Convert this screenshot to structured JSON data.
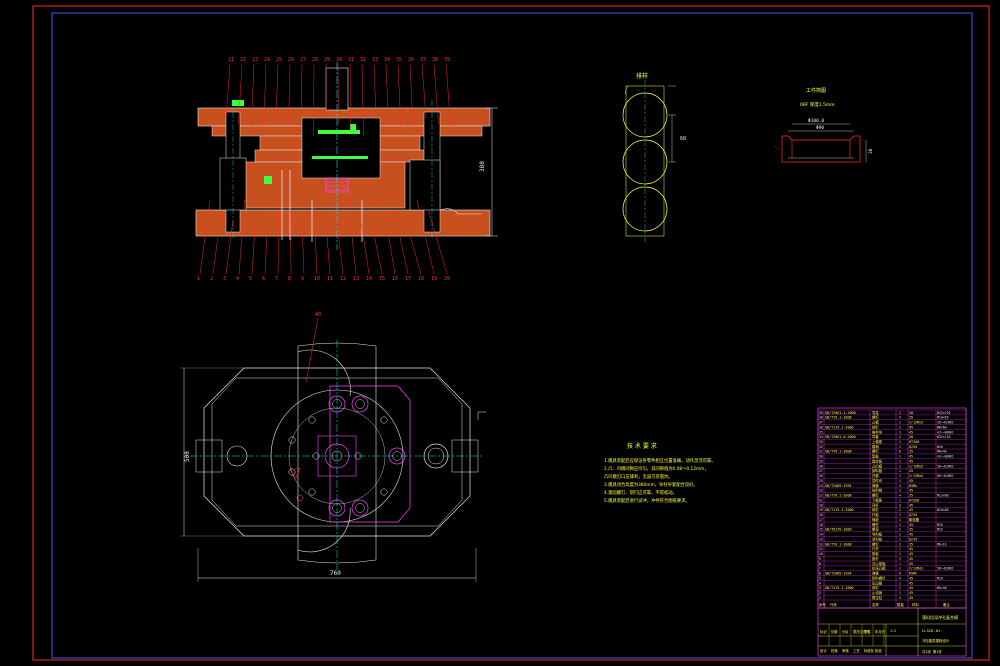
{
  "colors": {
    "background": "#000000",
    "frame_outer": "#ff2a2a",
    "frame_inner": "#3a5cff",
    "outline": "#e8e8e8",
    "section_fill": "#c8501e",
    "center_line": "#00e5ff",
    "dimension": "#e8e8e8",
    "leader": "#ff3030",
    "green": "#40ff40",
    "magenta": "#ff40ff",
    "yellow": "#ffff40",
    "table_line": "#ff40ff"
  },
  "section_view": {
    "height_dimension": "380",
    "balloons_top": [
      "21",
      "22",
      "23",
      "24",
      "25",
      "26",
      "27",
      "28",
      "29",
      "30",
      "31",
      "32",
      "33",
      "34",
      "35",
      "36",
      "37",
      "38",
      "39"
    ],
    "balloons_bottom": [
      "1",
      "2",
      "3",
      "4",
      "5",
      "6",
      "7",
      "8",
      "9",
      "10",
      "11",
      "12",
      "13",
      "14",
      "15",
      "16",
      "17",
      "18",
      "19",
      "20"
    ]
  },
  "plan_view": {
    "width_dimension": "760",
    "height_dimension": "500",
    "balloon": "40"
  },
  "strip_layout": {
    "title": "排样",
    "pitch_dimension": "68"
  },
  "part_drawing": {
    "title": "工件简图",
    "material": "08F 厚度1.5mm",
    "dim_outer": "Φ100.0",
    "dim_inner": "Φ90",
    "dim_side": "30"
  },
  "technical_requirements": {
    "title": "技 术 要 求",
    "items": [
      "1.模具装配后应保证各零件相互位置准确，动作灵活可靠。",
      "2.凸、凹模间隙应均匀，其间隙值为0.08～0.12mm，",
      "   凸凹模刃口应锋利，无崩刃及裂纹。",
      "3.模具闭合高度为380mm，导柱导套配合良好。",
      "4.紧固螺钉、销钉应可靠，不得松动。",
      "5.模具装配后进行试冲，冲件符合图纸要求。"
    ]
  },
  "bom": {
    "rows": [
      {
        "no": "39",
        "code": "GB/T2861.1-2008",
        "name": "导柱",
        "qty": "2",
        "material": "20",
        "note": "Φ32×210"
      },
      {
        "no": "38",
        "code": "GB/T70.1-2008",
        "name": "螺钉",
        "qty": "4",
        "material": "35",
        "note": "M10×65"
      },
      {
        "no": "37",
        "code": "",
        "name": "凸模",
        "qty": "1",
        "material": "Cr12MoV",
        "note": "58～62HRC"
      },
      {
        "no": "36",
        "code": "GB/T119.1-2000",
        "name": "销钉",
        "qty": "2",
        "material": "45",
        "note": "Φ8×60"
      },
      {
        "no": "35",
        "code": "",
        "name": "推件块",
        "qty": "1",
        "material": "45",
        "note": "43～48HRC"
      },
      {
        "no": "34",
        "code": "GB/T2861.6-2008",
        "name": "导套",
        "qty": "2",
        "material": "20",
        "note": "Φ32×110"
      },
      {
        "no": "33",
        "code": "",
        "name": "上模座",
        "qty": "1",
        "material": "HT200",
        "note": ""
      },
      {
        "no": "32",
        "code": "",
        "name": "模柄",
        "qty": "1",
        "material": "Q235",
        "note": "Φ50"
      },
      {
        "no": "31",
        "code": "GB/T70.1-2008",
        "name": "螺钉",
        "qty": "6",
        "material": "35",
        "note": "M8×40"
      },
      {
        "no": "30",
        "code": "",
        "name": "垫板",
        "qty": "1",
        "material": "45",
        "note": "43～48HRC"
      },
      {
        "no": "29",
        "code": "",
        "name": "固定板",
        "qty": "1",
        "material": "45",
        "note": ""
      },
      {
        "no": "28",
        "code": "",
        "name": "凸凹模",
        "qty": "1",
        "material": "Cr12MoV",
        "note": "58～62HRC"
      },
      {
        "no": "27",
        "code": "",
        "name": "卸料板",
        "qty": "1",
        "material": "45",
        "note": ""
      },
      {
        "no": "26",
        "code": "",
        "name": "凹模",
        "qty": "1",
        "material": "Cr12MoV",
        "note": "60～64HRC"
      },
      {
        "no": "25",
        "code": "",
        "name": "顶件块",
        "qty": "1",
        "material": "45",
        "note": ""
      },
      {
        "no": "24",
        "code": "GB/T2089-1994",
        "name": "弹簧",
        "qty": "4",
        "material": "65Mn",
        "note": ""
      },
      {
        "no": "23",
        "code": "",
        "name": "挡料销",
        "qty": "2",
        "material": "45",
        "note": ""
      },
      {
        "no": "22",
        "code": "GB/T70.1-2008",
        "name": "螺钉",
        "qty": "4",
        "material": "35",
        "note": "M12×60"
      },
      {
        "no": "21",
        "code": "",
        "name": "下模座",
        "qty": "1",
        "material": "HT200",
        "note": ""
      },
      {
        "no": "20",
        "code": "",
        "name": "顶杆",
        "qty": "3",
        "material": "45",
        "note": ""
      },
      {
        "no": "19",
        "code": "GB/T119.1-2000",
        "name": "销钉",
        "qty": "2",
        "material": "45",
        "note": "Φ10×80"
      },
      {
        "no": "18",
        "code": "",
        "name": "托板",
        "qty": "1",
        "material": "Q235",
        "note": ""
      },
      {
        "no": "17",
        "code": "",
        "name": "橡胶",
        "qty": "1",
        "material": "聚氨酯",
        "note": ""
      },
      {
        "no": "16",
        "code": "",
        "name": "螺杆",
        "qty": "1",
        "material": "45",
        "note": "M16"
      },
      {
        "no": "15",
        "code": "GB/T6170-2000",
        "name": "螺母",
        "qty": "2",
        "material": "35",
        "note": "M16"
      },
      {
        "no": "14",
        "code": "",
        "name": "导料板",
        "qty": "2",
        "material": "45",
        "note": ""
      },
      {
        "no": "13",
        "code": "",
        "name": "承料板",
        "qty": "1",
        "material": "Q235",
        "note": ""
      },
      {
        "no": "12",
        "code": "GB/T70.1-2008",
        "name": "螺钉",
        "qty": "2",
        "material": "35",
        "note": "M6×16"
      },
      {
        "no": "11",
        "code": "",
        "name": "打杆",
        "qty": "1",
        "material": "45",
        "note": ""
      },
      {
        "no": "10",
        "code": "",
        "name": "推板",
        "qty": "1",
        "material": "45",
        "note": ""
      },
      {
        "no": "9",
        "code": "",
        "name": "推杆",
        "qty": "3",
        "material": "45",
        "note": ""
      },
      {
        "no": "8",
        "code": "",
        "name": "空心垫板",
        "qty": "1",
        "material": "45",
        "note": ""
      },
      {
        "no": "7",
        "code": "",
        "name": "拉深凸模",
        "qty": "1",
        "material": "Cr12MoV",
        "note": "58～62HRC"
      },
      {
        "no": "6",
        "code": "GB/T2089-1994",
        "name": "弹簧",
        "qty": "6",
        "material": "65Mn",
        "note": ""
      },
      {
        "no": "5",
        "code": "",
        "name": "卸料螺钉",
        "qty": "4",
        "material": "45",
        "note": "M10"
      },
      {
        "no": "4",
        "code": "",
        "name": "压边圈",
        "qty": "1",
        "material": "45",
        "note": ""
      },
      {
        "no": "3",
        "code": "GB/T119.1-2000",
        "name": "销钉",
        "qty": "2",
        "material": "45",
        "note": "Φ8×40"
      },
      {
        "no": "2",
        "code": "",
        "name": "止动销",
        "qty": "1",
        "material": "45",
        "note": ""
      },
      {
        "no": "1",
        "code": "",
        "name": "限位柱",
        "qty": "4",
        "material": "45",
        "note": ""
      }
    ],
    "header": {
      "no": "序号",
      "code": "代号",
      "name": "名称",
      "qty": "数量",
      "material": "材料",
      "note": "备注"
    }
  },
  "title_block": {
    "drawing_title": "落料拉深冲孔复合模",
    "drawing_number": "LLSCK-01",
    "school": "冲压模具课程设计",
    "scale": "1:2",
    "sheet": "共1张 第1张",
    "roles": [
      "设计",
      "校核",
      "审核",
      "工艺",
      "标准化",
      "批准"
    ],
    "cols": [
      "标记",
      "处数",
      "分区",
      "更改文件号",
      "签名",
      "年月日"
    ]
  }
}
